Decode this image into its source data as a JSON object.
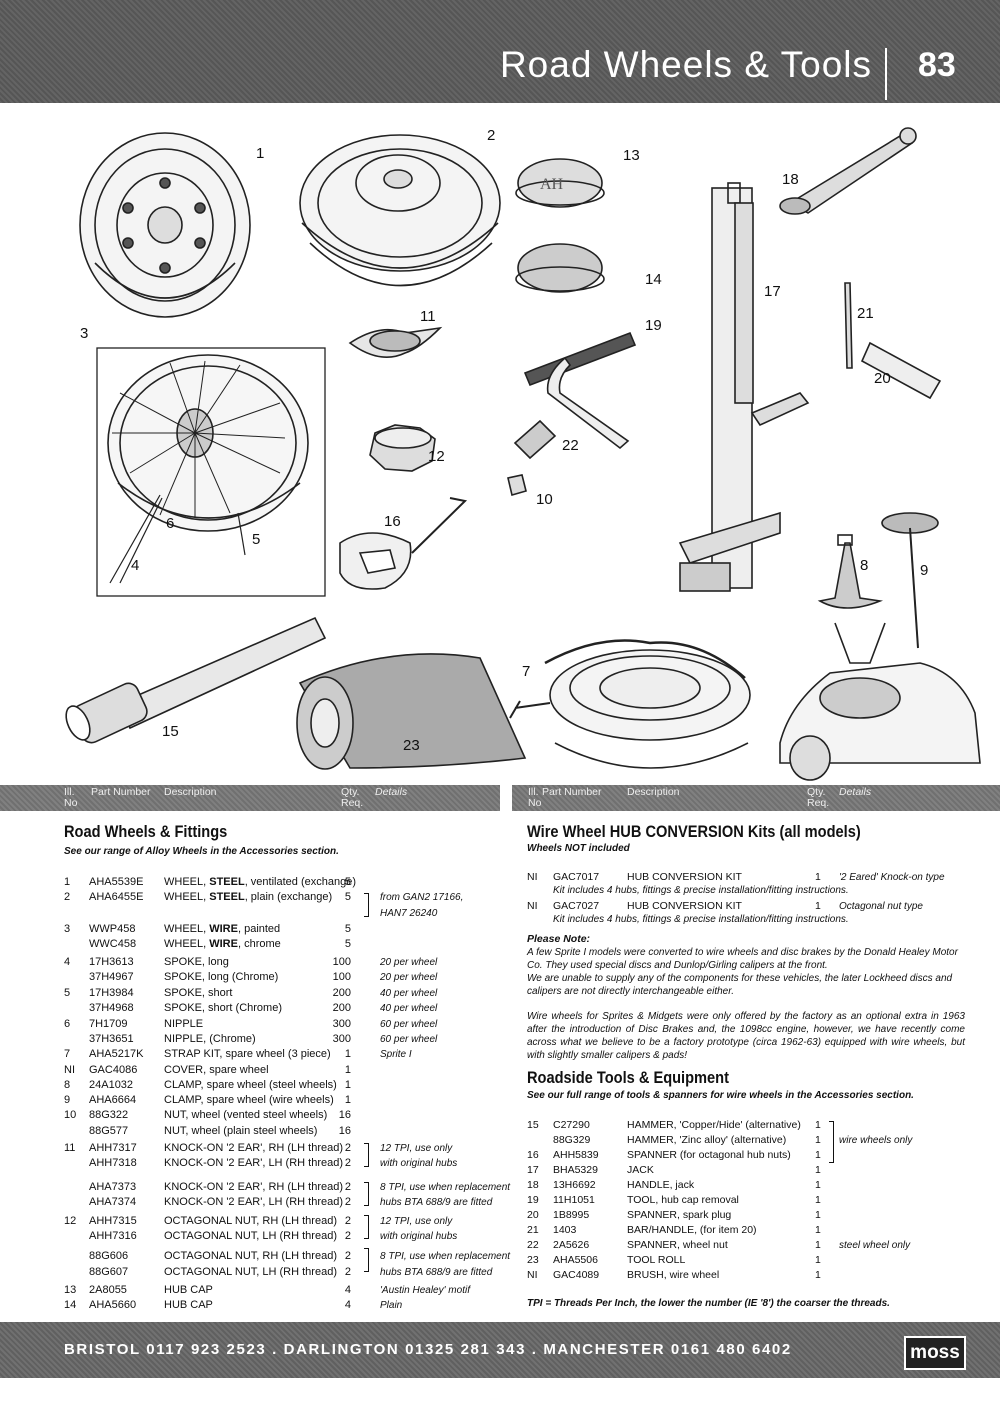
{
  "header": {
    "title": "Road Wheels & Tools",
    "page_number": "83"
  },
  "illustration_labels": [
    "1",
    "2",
    "3",
    "4",
    "5",
    "6",
    "7",
    "8",
    "9",
    "10",
    "11",
    "12",
    "13",
    "14",
    "15",
    "16",
    "17",
    "18",
    "19",
    "20",
    "21",
    "22",
    "23"
  ],
  "hub_badge": "AH",
  "table_header": {
    "ill": "Ill. No",
    "part": "Part Number",
    "desc": "Description",
    "qty": "Qty. Req.",
    "details": "Details"
  },
  "road_wheels": {
    "title": "Road Wheels & Fittings",
    "subtitle": "See our range of Alloy Wheels in the Accessories section.",
    "rows": [
      {
        "ill": "1",
        "part": "AHA5539E",
        "desc": "WHEEL, STEEL, ventilated (exchange)",
        "qty": "5",
        "det": ""
      },
      {
        "ill": "2",
        "part": "AHA6455E",
        "desc": "WHEEL, STEEL, plain (exchange)",
        "qty": "5",
        "det": "from GAN2 17166,"
      },
      {
        "ill": "",
        "part": "",
        "desc": "",
        "qty": "",
        "det": "HAN7 26240"
      },
      {
        "ill": "3",
        "part": "WWP458",
        "desc": "WHEEL, WIRE, painted",
        "qty": "5",
        "det": ""
      },
      {
        "ill": "",
        "part": "WWC458",
        "desc": "WHEEL, WIRE, chrome",
        "qty": "5",
        "det": ""
      },
      {
        "ill": "4",
        "part": "17H3613",
        "desc": "SPOKE, long",
        "qty": "100",
        "det": "20 per wheel"
      },
      {
        "ill": "",
        "part": "37H4967",
        "desc": "SPOKE, long (Chrome)",
        "qty": "100",
        "det": "20 per wheel"
      },
      {
        "ill": "5",
        "part": "17H3984",
        "desc": "SPOKE, short",
        "qty": "200",
        "det": "40 per wheel"
      },
      {
        "ill": "",
        "part": "37H4968",
        "desc": "SPOKE, short (Chrome)",
        "qty": "200",
        "det": "40 per wheel"
      },
      {
        "ill": "6",
        "part": "7H1709",
        "desc": "NIPPLE",
        "qty": "300",
        "det": "60 per wheel"
      },
      {
        "ill": "",
        "part": "37H3651",
        "desc": "NIPPLE, (Chrome)",
        "qty": "300",
        "det": "60 per wheel"
      },
      {
        "ill": "7",
        "part": "AHA5217K",
        "desc": "STRAP KIT, spare wheel (3 piece)",
        "qty": "1",
        "det": "Sprite I"
      },
      {
        "ill": "NI",
        "part": "GAC4086",
        "desc": "COVER, spare wheel",
        "qty": "1",
        "det": ""
      },
      {
        "ill": "8",
        "part": "24A1032",
        "desc": "CLAMP, spare wheel (steel wheels)",
        "qty": "1",
        "det": ""
      },
      {
        "ill": "9",
        "part": "AHA6664",
        "desc": "CLAMP, spare wheel (wire wheels)",
        "qty": "1",
        "det": ""
      },
      {
        "ill": "10",
        "part": "88G322",
        "desc": "NUT, wheel (vented steel wheels)",
        "qty": "16",
        "det": ""
      },
      {
        "ill": "",
        "part": "88G577",
        "desc": "NUT, wheel (plain steel wheels)",
        "qty": "16",
        "det": ""
      },
      {
        "ill": "11",
        "part": "AHH7317",
        "desc": "KNOCK-ON '2 EAR', RH (LH thread)",
        "qty": "2",
        "det": "12 TPI, use only"
      },
      {
        "ill": "",
        "part": "AHH7318",
        "desc": "KNOCK-ON '2 EAR', LH (RH thread)",
        "qty": "2",
        "det": "with original hubs"
      },
      {
        "ill": "",
        "part": "AHA7373",
        "desc": "KNOCK-ON '2 EAR', RH (LH thread)",
        "qty": "2",
        "det": "8 TPI, use when replacement"
      },
      {
        "ill": "",
        "part": "AHA7374",
        "desc": "KNOCK-ON '2 EAR', LH (RH thread)",
        "qty": "2",
        "det": "hubs BTA 688/9 are fitted"
      },
      {
        "ill": "12",
        "part": "AHH7315",
        "desc": "OCTAGONAL NUT, RH (LH thread)",
        "qty": "2",
        "det": "12 TPI, use only"
      },
      {
        "ill": "",
        "part": "AHH7316",
        "desc": "OCTAGONAL NUT, LH (RH thread)",
        "qty": "2",
        "det": "with original hubs"
      },
      {
        "ill": "",
        "part": "88G606",
        "desc": "OCTAGONAL NUT, RH (LH thread)",
        "qty": "2",
        "det": "8 TPI, use when replacement"
      },
      {
        "ill": "",
        "part": "88G607",
        "desc": "OCTAGONAL NUT, LH (RH thread)",
        "qty": "2",
        "det": "hubs BTA 688/9 are fitted"
      },
      {
        "ill": "13",
        "part": "2A8055",
        "desc": "HUB CAP",
        "qty": "4",
        "det": "'Austin Healey' motif"
      },
      {
        "ill": "14",
        "part": "AHA5660",
        "desc": "HUB CAP",
        "qty": "4",
        "det": "Plain"
      }
    ]
  },
  "hub_conversion": {
    "title": "Wire Wheel HUB CONVERSION Kits (all models)",
    "subtitle": "Wheels NOT included",
    "rows": [
      {
        "ill": "NI",
        "part": "GAC7017",
        "desc": "HUB CONVERSION KIT",
        "qty": "1",
        "det": "'2 Eared' Knock-on type",
        "sub": "Kit includes 4 hubs, fittings & precise installation/fitting instructions."
      },
      {
        "ill": "NI",
        "part": "GAC7027",
        "desc": "HUB CONVERSION KIT",
        "qty": "1",
        "det": "Octagonal nut type",
        "sub": "Kit includes 4 hubs, fittings & precise installation/fitting instructions."
      }
    ],
    "note_title": "Please Note:",
    "note_1": "A few Sprite I models were converted to wire wheels and disc brakes by the Donald Healey Motor Co. They used special discs and Dunlop/Girling calipers at the front.",
    "note_2": "We are unable to supply any of the components for these vehicles, the later Lockheed discs and calipers are not directly interchangeable either.",
    "note_3": "Wire wheels for Sprites & Midgets were only offered by the factory as an optional extra in 1963 after the introduction of Disc Brakes and, the 1098cc engine, however, we have recently come across what we believe to be a factory prototype (circa 1962-63) equipped with wire wheels, but with slightly smaller calipers & pads!"
  },
  "roadside": {
    "title": "Roadside Tools & Equipment",
    "subtitle": "See our full range of tools & spanners for wire wheels in the Accessories section.",
    "rows": [
      {
        "ill": "15",
        "part": "C27290",
        "desc": "HAMMER, 'Copper/Hide' (alternative)",
        "qty": "1",
        "det": ""
      },
      {
        "ill": "",
        "part": "88G329",
        "desc": "HAMMER, 'Zinc alloy' (alternative)",
        "qty": "1",
        "det": "wire wheels only"
      },
      {
        "ill": "16",
        "part": "AHH5839",
        "desc": "SPANNER (for octagonal hub nuts)",
        "qty": "1",
        "det": ""
      },
      {
        "ill": "17",
        "part": "BHA5329",
        "desc": "JACK",
        "qty": "1",
        "det": ""
      },
      {
        "ill": "18",
        "part": "13H6692",
        "desc": "HANDLE, jack",
        "qty": "1",
        "det": ""
      },
      {
        "ill": "19",
        "part": "11H1051",
        "desc": "TOOL, hub cap removal",
        "qty": "1",
        "det": ""
      },
      {
        "ill": "20",
        "part": "1B8995",
        "desc": "SPANNER, spark plug",
        "qty": "1",
        "det": ""
      },
      {
        "ill": "21",
        "part": "1403",
        "desc": "BAR/HANDLE, (for item 20)",
        "qty": "1",
        "det": ""
      },
      {
        "ill": "22",
        "part": "2A5626",
        "desc": "SPANNER, wheel nut",
        "qty": "1",
        "det": "steel wheel only"
      },
      {
        "ill": "23",
        "part": "AHA5506",
        "desc": "TOOL ROLL",
        "qty": "1",
        "det": ""
      },
      {
        "ill": "NI",
        "part": "GAC4089",
        "desc": "BRUSH, wire wheel",
        "qty": "1",
        "det": ""
      }
    ],
    "footnote": "TPI = Threads Per Inch, the lower the number (IE '8') the coarser the threads."
  },
  "footer": {
    "contacts": "BRISTOL 0117 923 2523 . DARLINGTON 01325 281 343 . MANCHESTER 0161 480 6402",
    "logo": "moss"
  }
}
